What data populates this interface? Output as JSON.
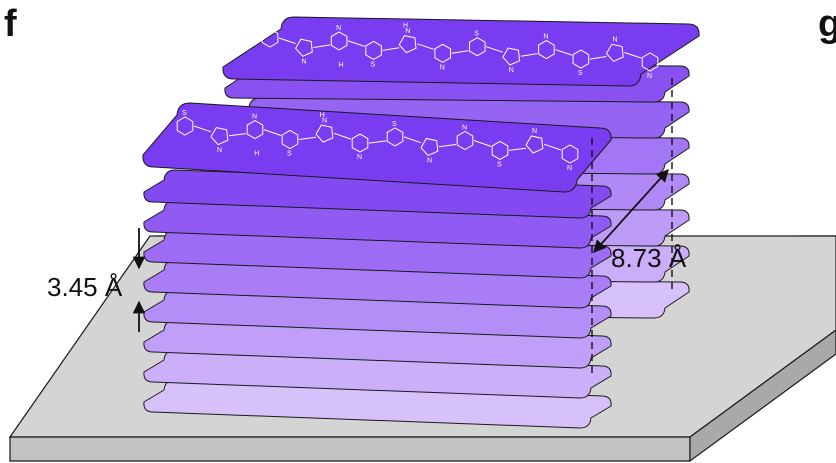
{
  "panel_labels": {
    "left": "f",
    "right": "g"
  },
  "measurements": {
    "interlayer_spacing": "3.45 Å",
    "lateral_spacing": "8.73 Å"
  },
  "molecule_atoms": [
    "S",
    "N",
    "H"
  ],
  "colors": {
    "substrate_top": "#d6d6d6",
    "substrate_side": "#bdbdbd",
    "layer_dark": "#7a3cf0",
    "layer_light": "#dcc8fb",
    "outline": "#1a1a1a"
  }
}
